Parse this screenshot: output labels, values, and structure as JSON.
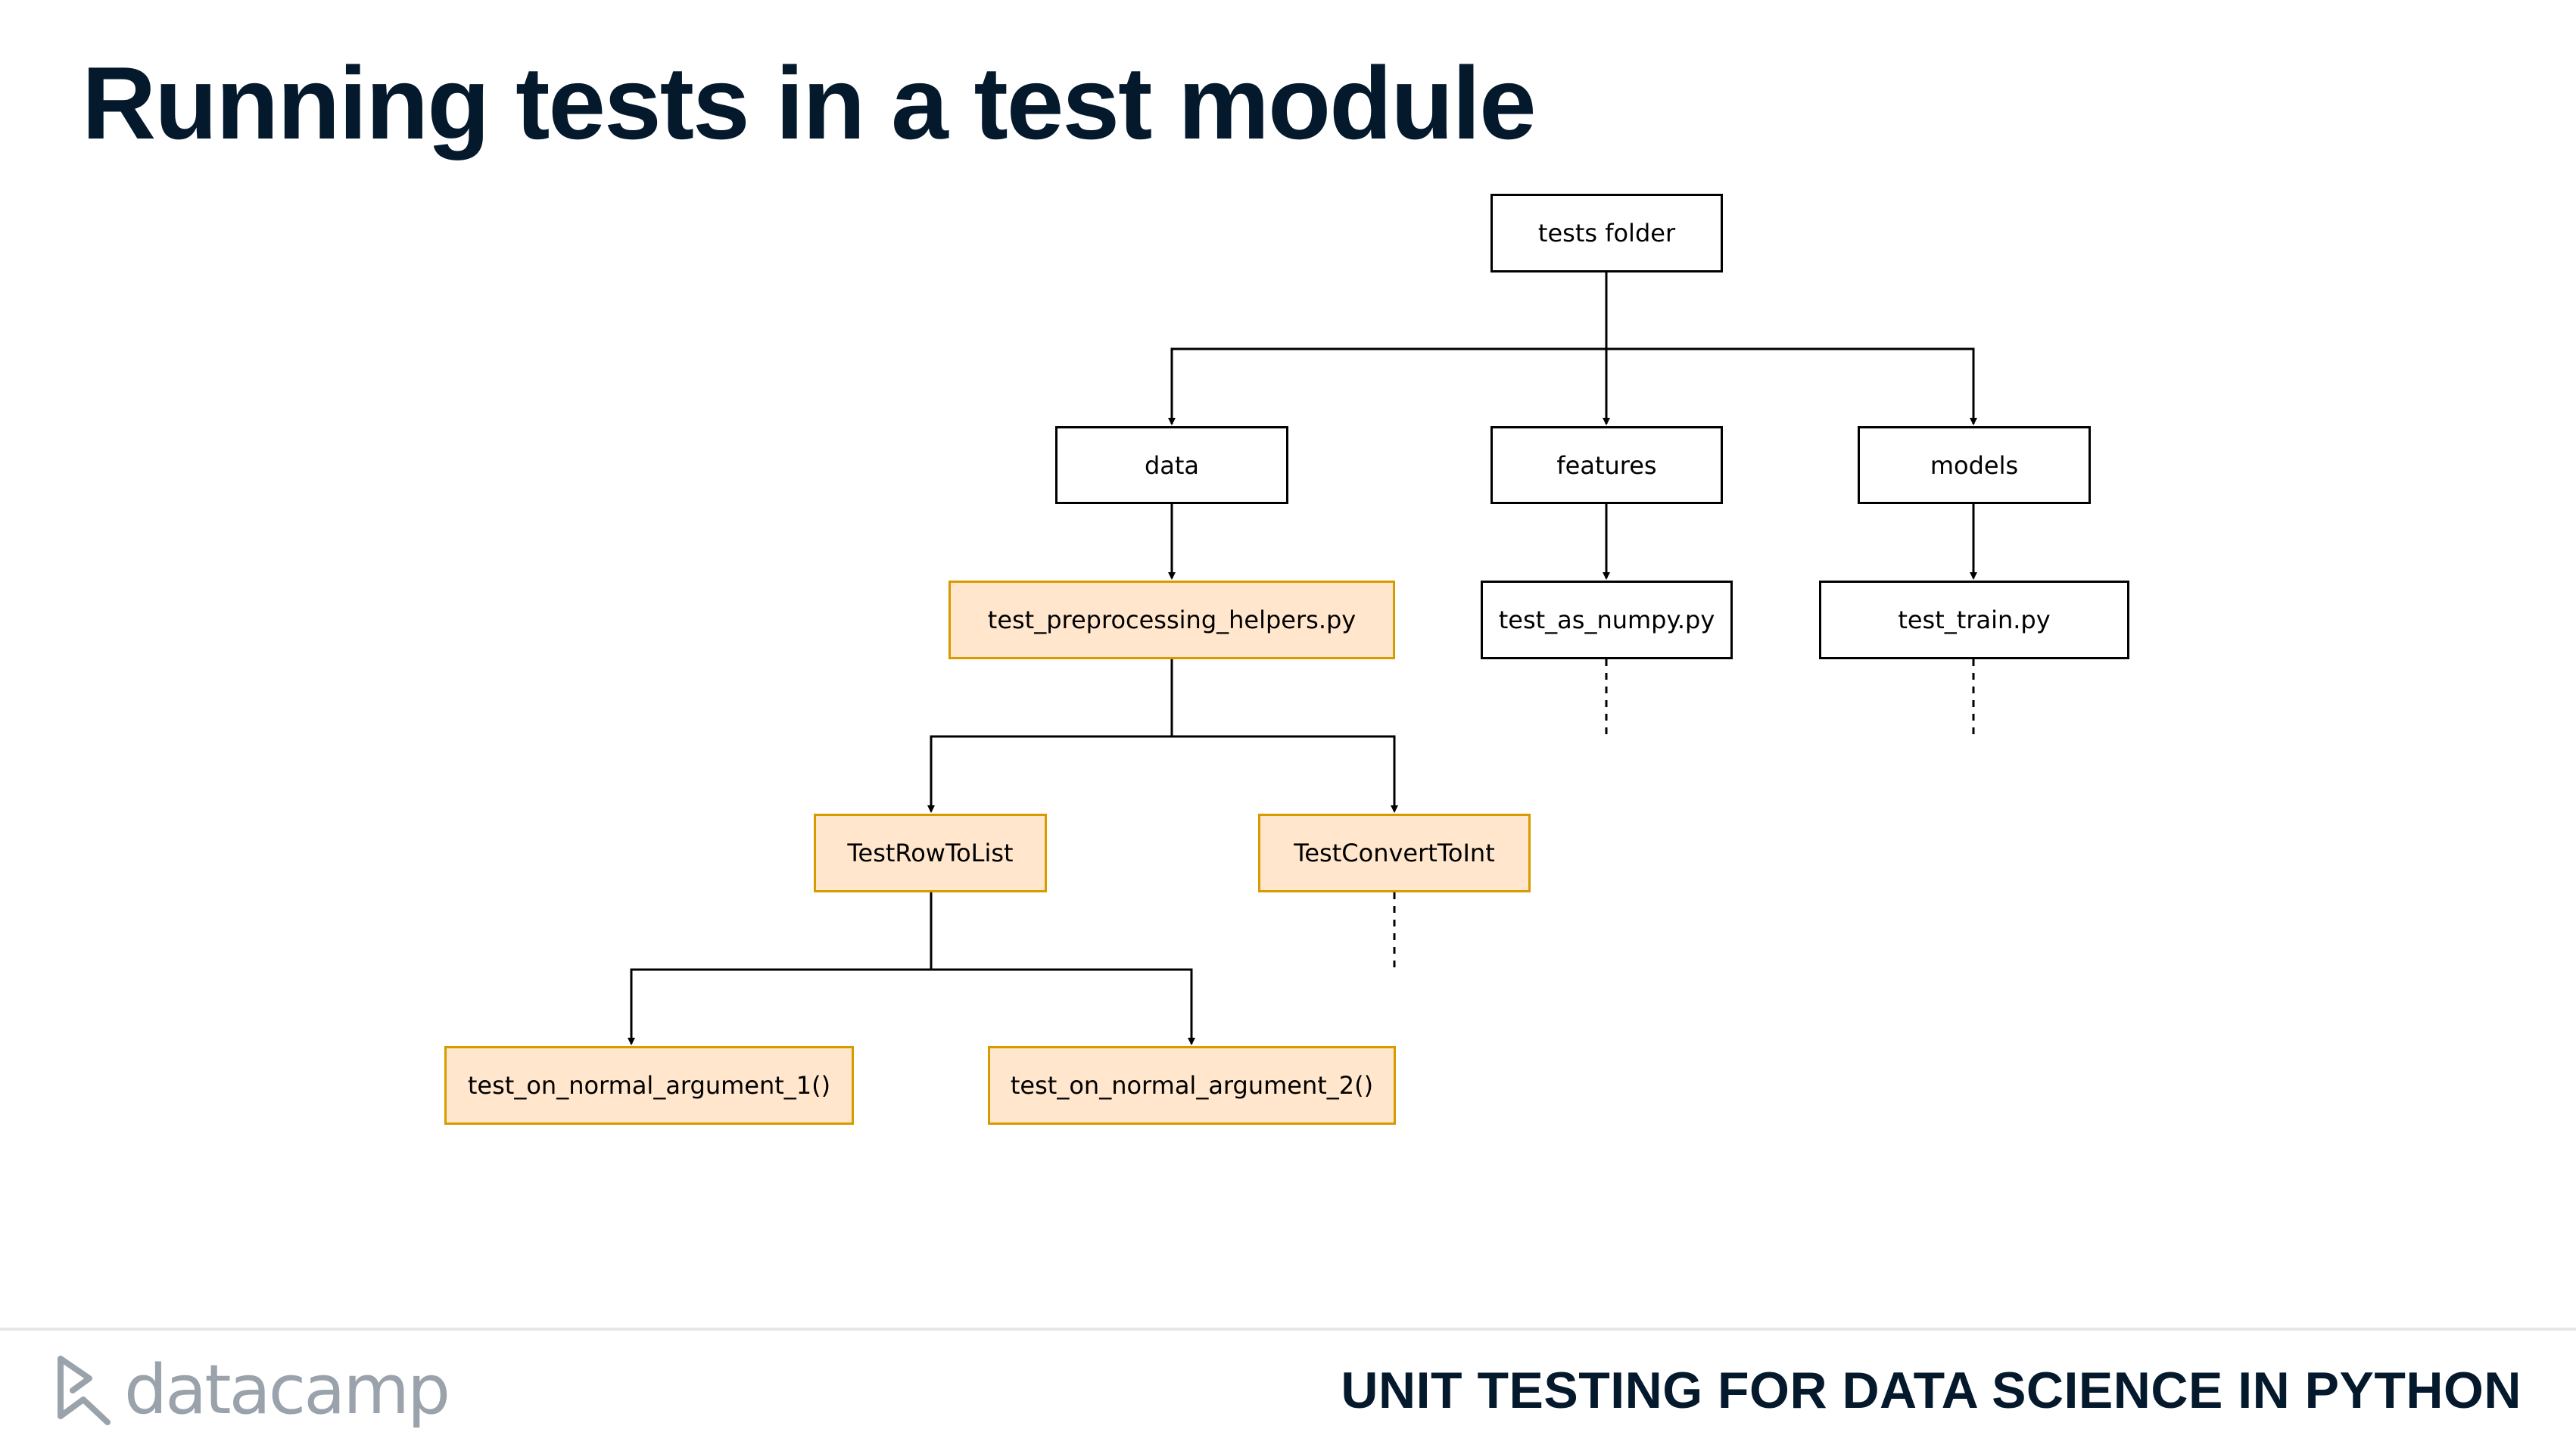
{
  "slide": {
    "title": "Running tests in a test module",
    "course_title": "UNIT TESTING FOR DATA SCIENCE IN PYTHON",
    "logo_text": "datacamp"
  },
  "colors": {
    "title": "#05192d",
    "highlight_fill": "#ffe6cc",
    "highlight_border": "#d79b00",
    "logo": "#9aa3ab"
  },
  "diagram": {
    "nodes": {
      "tests_folder": "tests folder",
      "data": "data",
      "features": "features",
      "models": "models",
      "test_preprocessing_helpers": "test_preprocessing_helpers.py",
      "test_as_numpy": "test_as_numpy.py",
      "test_train": "test_train.py",
      "test_row_to_list": "TestRowToList",
      "test_convert_to_int": "TestConvertToInt",
      "test_on_normal_argument_1": "test_on_normal_argument_1()",
      "test_on_normal_argument_2": "test_on_normal_argument_2()"
    }
  }
}
